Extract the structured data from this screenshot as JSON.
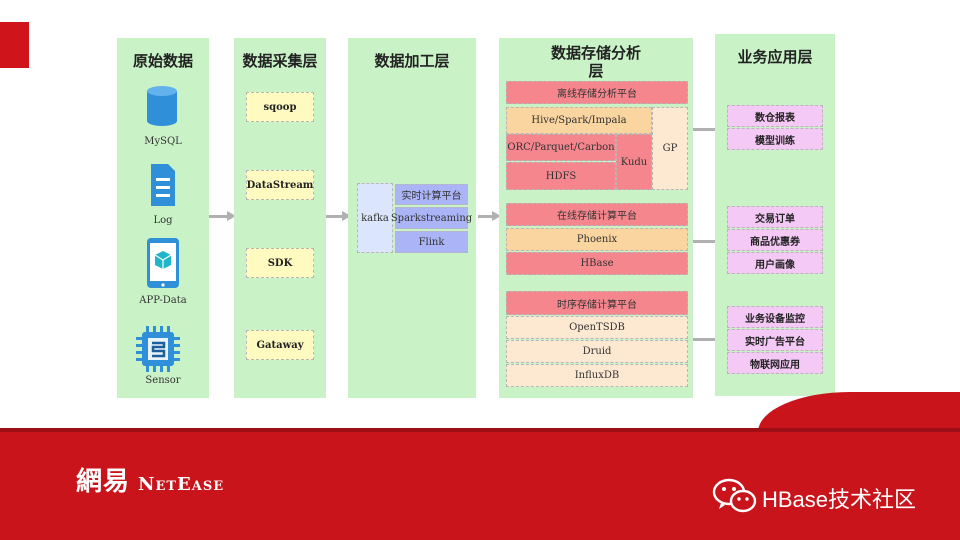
{
  "columns": {
    "raw": {
      "title": "原始数据",
      "items": [
        "MySQL",
        "Log",
        "APP-Data",
        "Sensor"
      ]
    },
    "collect": {
      "title": "数据采集层",
      "items": [
        "sqoop",
        "DataStream",
        "SDK",
        "Gataway"
      ]
    },
    "process": {
      "title": "数据加工层",
      "kafka": "kafka",
      "items": [
        "实时计算平台",
        "Sparkstreaming",
        "Flink"
      ]
    },
    "storage": {
      "title_line1": "数据存储分析",
      "title_line2": "层",
      "offline": {
        "header": "离线存储分析平台",
        "hive": "Hive/Spark/Impala",
        "orc": "ORC/Parquet/Carbon",
        "hdfs": "HDFS",
        "kudu": "Kudu",
        "gp": "GP"
      },
      "online": {
        "header": "在线存储计算平台",
        "phoenix": "Phoenix",
        "hbase": "HBase"
      },
      "timeseries": {
        "header": "时序存储计算平台",
        "items": [
          "OpenTSDB",
          "Druid",
          "InfluxDB"
        ]
      }
    },
    "apps": {
      "title": "业务应用层",
      "group1": [
        "数仓报表",
        "模型训练"
      ],
      "group2": [
        "交易订单",
        "商品优惠券",
        "用户画像"
      ],
      "group3": [
        "业务设备监控",
        "实时广告平台",
        "物联网应用"
      ]
    }
  },
  "footer": {
    "logo_cn": "網易",
    "logo_en": "NetEase",
    "wechat": "HBase技术社区"
  },
  "colors": {
    "brand_red": "#c9141b",
    "column_green": "#c9f3c7",
    "icon_blue": "#2f8fd8"
  }
}
